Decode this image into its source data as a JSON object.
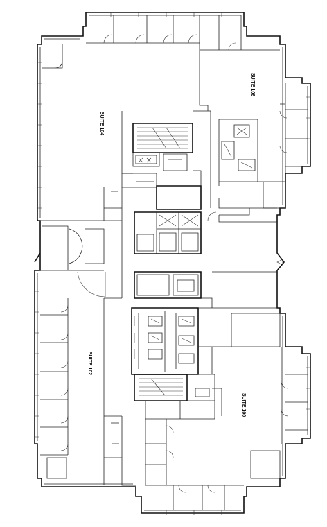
{
  "suites": {
    "s104": "SUITE 104",
    "s106": "SUITE 106",
    "s102": "SUITE 102",
    "s100": "SUITE 100"
  }
}
